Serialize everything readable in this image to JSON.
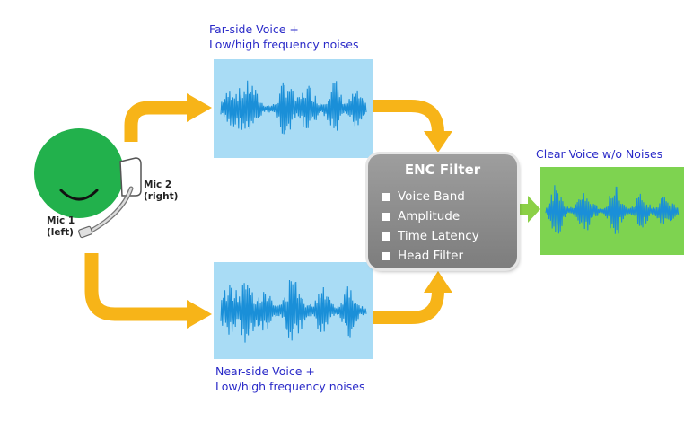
{
  "colors": {
    "arrow": "#f7b418",
    "arrow_green": "#8bd046",
    "panel_blue": "#a9dcf5",
    "panel_green": "#7ed350",
    "wave": "#1a8fd8",
    "head": "#22b14c",
    "label_text": "#2a2ac8",
    "filter_box": "#8c8c8c"
  },
  "labels": {
    "far_line1": "Far-side Voice +",
    "far_line2": "Low/high frequency noises",
    "near_line1": "Near-side Voice +",
    "near_line2": "Low/high frequency noises",
    "clear_voice": "Clear Voice w/o Noises"
  },
  "mics": {
    "mic1_line1": "Mic 1",
    "mic1_line2": "(left)",
    "mic2_line1": "Mic 2",
    "mic2_line2": "(right)"
  },
  "enc_filter": {
    "title": "ENC Filter",
    "items": [
      "Voice Band",
      "Amplitude",
      "Time Latency",
      "Head Filter"
    ]
  },
  "icons": {
    "head": "smiling-head-icon",
    "headset": "headset-icon",
    "arrows": "flow-arrow-icon"
  }
}
